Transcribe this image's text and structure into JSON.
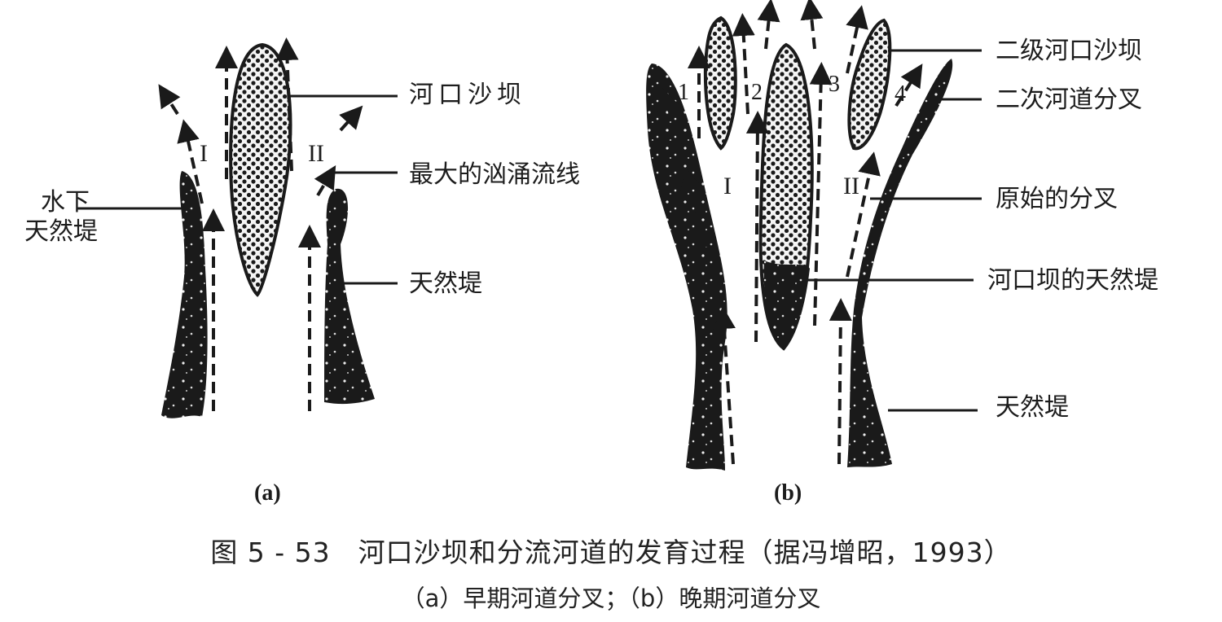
{
  "figure": {
    "panel_a": {
      "sublabel": "(a)",
      "channels": [
        "I",
        "II"
      ],
      "labels": {
        "mouth_bar": "河口沙坝",
        "max_surge_streamline": "最大的汹涌流线",
        "subaqueous_levee_line1": "水下",
        "subaqueous_levee_line2": "天然堤",
        "natural_levee": "天然堤"
      }
    },
    "panel_b": {
      "sublabel": "(b)",
      "channels": [
        "I",
        "II"
      ],
      "secondary_channels": [
        "1",
        "2",
        "3",
        "4"
      ],
      "labels": {
        "secondary_mouth_bar": "二级河口沙坝",
        "secondary_bifurcation": "二次河道分叉",
        "original_bifurcation": "原始的分叉",
        "mouth_bar_levee": "河口坝的天然堤",
        "natural_levee": "天然堤"
      }
    },
    "caption": {
      "title": "图 5 - 53　河口沙坝和分流河道的发育过程（据冯增昭，1993）",
      "subtitle": "（a）早期河道分叉；（b）晚期河道分叉"
    }
  }
}
